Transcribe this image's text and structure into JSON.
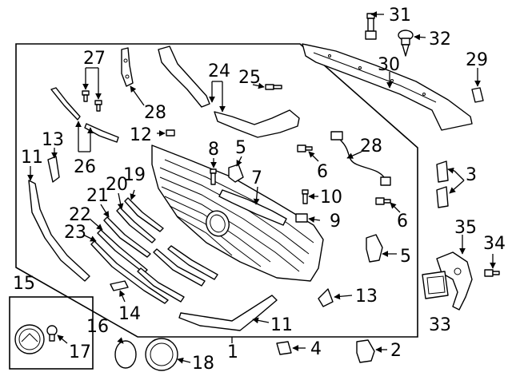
{
  "diagram": {
    "labels": {
      "l1": "1",
      "l2": "2",
      "l3": "3",
      "l4": "4",
      "l5a": "5",
      "l5b": "5",
      "l6a": "6",
      "l6b": "6",
      "l7": "7",
      "l8": "8",
      "l9": "9",
      "l10": "10",
      "l11a": "11",
      "l11b": "11",
      "l12": "12",
      "l13a": "13",
      "l13b": "13",
      "l14": "14",
      "l15": "15",
      "l16": "16",
      "l17": "17",
      "l18": "18",
      "l19": "19",
      "l20": "20",
      "l21": "21",
      "l22": "22",
      "l23": "23",
      "l24": "24",
      "l25": "25",
      "l26": "26",
      "l27": "27",
      "l28a": "28",
      "l28b": "28",
      "l29": "29",
      "l30": "30",
      "l31": "31",
      "l32": "32",
      "l33": "33",
      "l34": "34",
      "l35": "35"
    }
  }
}
